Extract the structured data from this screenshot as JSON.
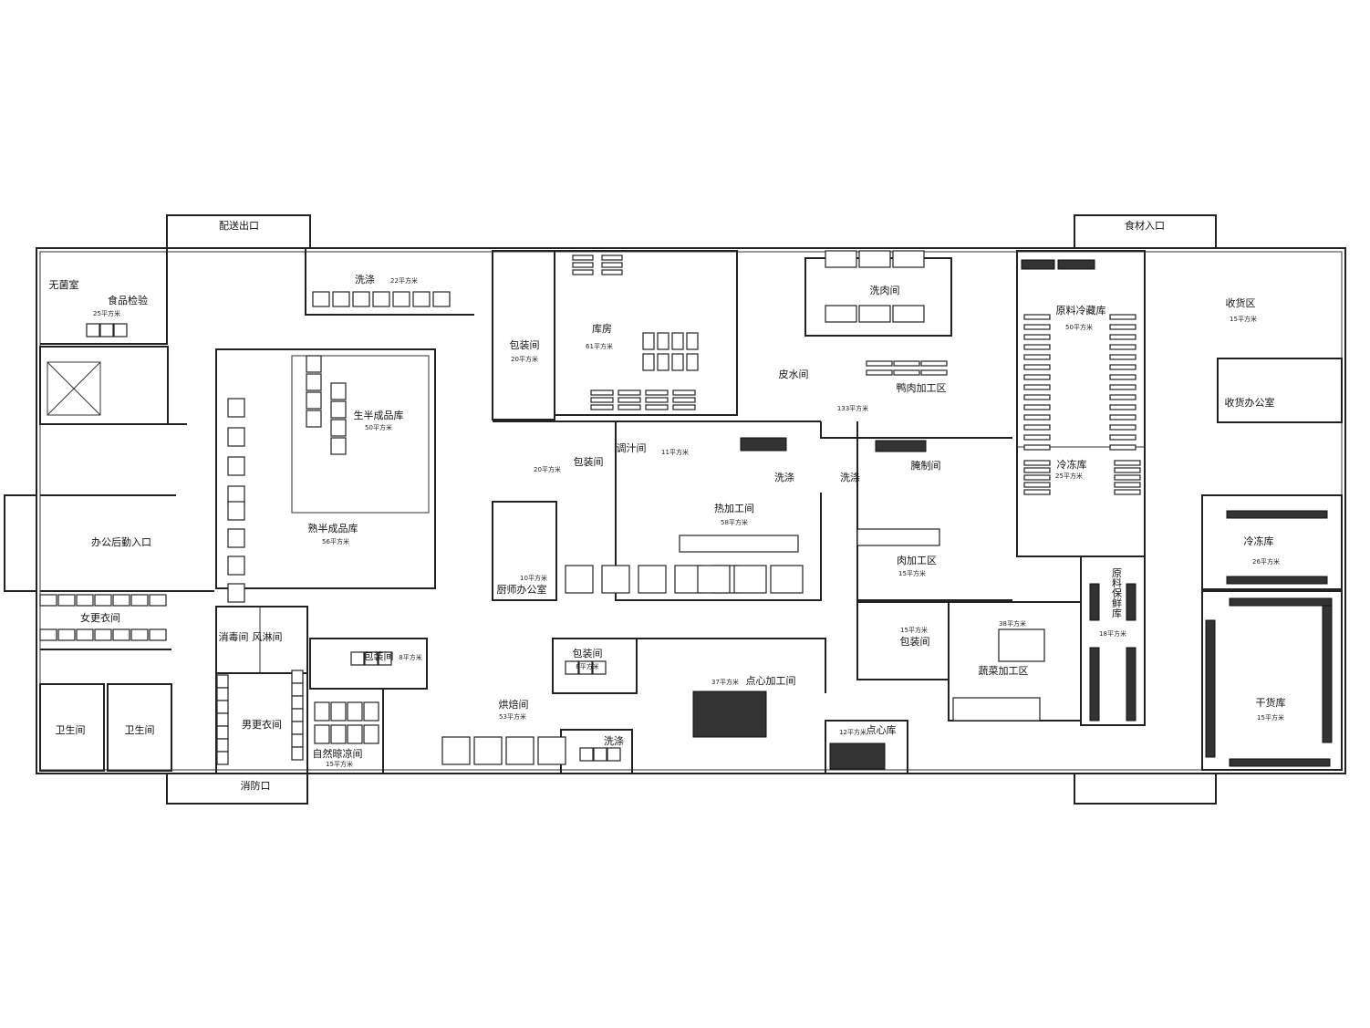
{
  "plan": {
    "exits": {
      "delivery_exit": "配送出口",
      "ingredient_entrance": "食材入口",
      "office_entrance": "办公后勤入口",
      "fire_exit": "消防口"
    },
    "rooms": [
      {
        "name": "无菌室",
        "area": ""
      },
      {
        "name": "食品检验",
        "area": "25平方米"
      },
      {
        "name": "洗涤",
        "area": "22平方米"
      },
      {
        "name": "包装间",
        "area": "20平方米"
      },
      {
        "name": "库房",
        "area": "61平方米"
      },
      {
        "name": "洗肉间",
        "area": ""
      },
      {
        "name": "皮水间",
        "area": ""
      },
      {
        "name": "鸭肉加工区",
        "area": "133平方米"
      },
      {
        "name": "原料冷藏库",
        "area": "50平方米"
      },
      {
        "name": "收货区",
        "area": "15平方米"
      },
      {
        "name": "收货办公室",
        "area": ""
      },
      {
        "name": "生半成品库",
        "area": "50平方米"
      },
      {
        "name": "熟半成品库",
        "area": "56平方米"
      },
      {
        "name": "调汁间",
        "area": "11平方米"
      },
      {
        "name": "包装间",
        "area": "20平方米"
      },
      {
        "name": "洗涤",
        "area": ""
      },
      {
        "name": "洗涤",
        "area": ""
      },
      {
        "name": "腌制间",
        "area": ""
      },
      {
        "name": "冷冻库",
        "area": "25平方米"
      },
      {
        "name": "热加工间",
        "area": "58平方米"
      },
      {
        "name": "冷冻库",
        "area": "26平方米"
      },
      {
        "name": "厨师办公室",
        "area": "10平方米"
      },
      {
        "name": "肉加工区",
        "area": "15平方米"
      },
      {
        "name": "原料保鲜库",
        "area": "18平方米"
      },
      {
        "name": "女更衣间",
        "area": ""
      },
      {
        "name": "消毒间",
        "area": ""
      },
      {
        "name": "风淋间",
        "area": ""
      },
      {
        "name": "包装间",
        "area": "8平方米"
      },
      {
        "name": "包装间",
        "area": "8平方米"
      },
      {
        "name": "点心加工间",
        "area": "37平方米"
      },
      {
        "name": "包装间",
        "area": "15平方米"
      },
      {
        "name": "蔬菜加工区",
        "area": "38平方米"
      },
      {
        "name": "干货库",
        "area": "15平方米"
      },
      {
        "name": "烘焙间",
        "area": "53平方米"
      },
      {
        "name": "卫生间",
        "area": ""
      },
      {
        "name": "卫生间",
        "area": ""
      },
      {
        "name": "男更衣间",
        "area": ""
      },
      {
        "name": "洗涤",
        "area": ""
      },
      {
        "name": "点心库",
        "area": "12平方米"
      },
      {
        "name": "自然晾凉间",
        "area": "15平方米"
      }
    ]
  }
}
